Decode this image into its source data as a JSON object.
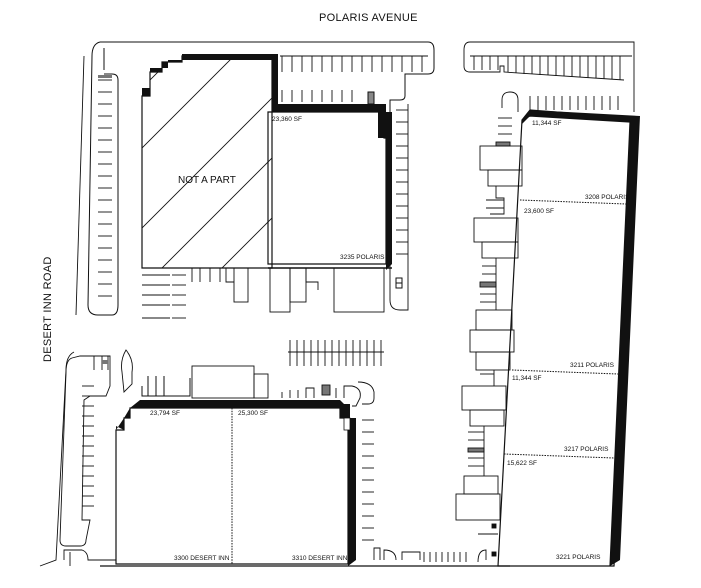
{
  "streets": {
    "north": "POLARIS AVENUE",
    "west": "DESERT INN ROAD"
  },
  "not_a_part": {
    "label": "NOT A PART"
  },
  "buildings": [
    {
      "id": "3235-polaris",
      "area": "23,360 SF",
      "address": "3235 POLARIS"
    },
    {
      "id": "3208-polaris",
      "area": "11,344 SF",
      "address": "3208 POLARIS"
    },
    {
      "id": "3211-polaris",
      "area": "23,600 SF",
      "address": "3211 POLARIS"
    },
    {
      "id": "3217-polaris",
      "area": "11,344 SF",
      "address": "3217 POLARIS"
    },
    {
      "id": "3221-polaris",
      "area": "15,622 SF",
      "address": "3221 POLARIS"
    },
    {
      "id": "3300-desert-inn",
      "area": "23,794 SF",
      "address": "3300 DESERT INN"
    },
    {
      "id": "3310-desert-inn",
      "area": "25,300 SF",
      "address": "3310 DESERT INN"
    }
  ],
  "colors": {
    "ink": "#111111",
    "paper": "#ffffff"
  }
}
